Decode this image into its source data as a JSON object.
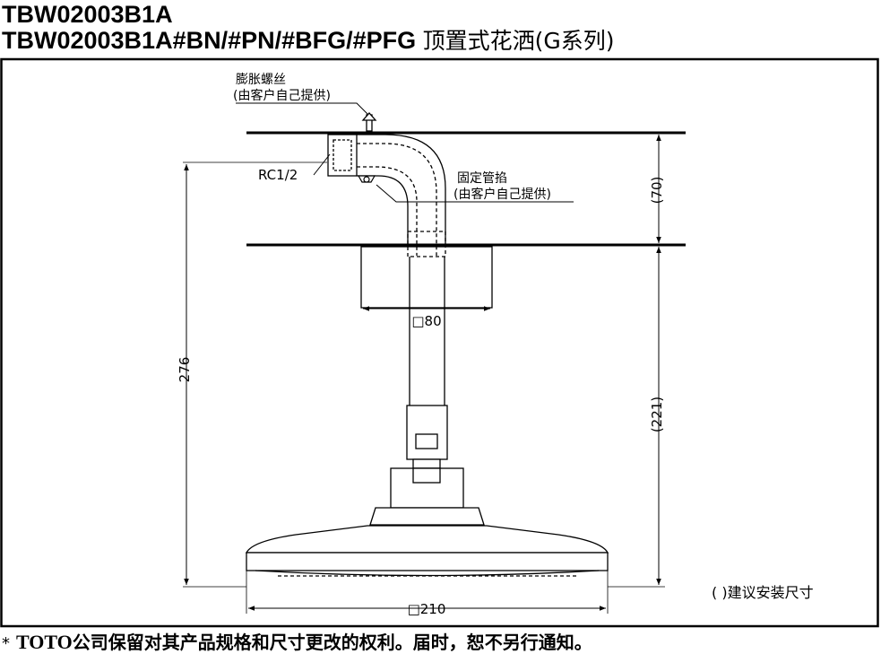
{
  "header": {
    "model_line1": "TBW02003B1A",
    "model_line2": "TBW02003B1A#BN/#PN/#BFG/#PFG",
    "product_name": "顶置式花洒(G系列)"
  },
  "callouts": {
    "expansion_screw": "膨胀螺丝",
    "expansion_screw_note": "(由客户自己提供)",
    "thread": "RC1/2",
    "pipe_clamp": "固定管掐",
    "pipe_clamp_note": "(由客户自己提供)"
  },
  "dimensions": {
    "gap_70": "(70)",
    "height_276": "276",
    "height_221": "(221)",
    "flange_80": "□80",
    "head_210": "□210"
  },
  "legend": "( )建议安装尺寸",
  "footer": {
    "star": "*",
    "brand": "TOTO",
    "notice": "公司保留对其产品规格和尺寸更改的权利。届时，恕不另行通知。"
  }
}
